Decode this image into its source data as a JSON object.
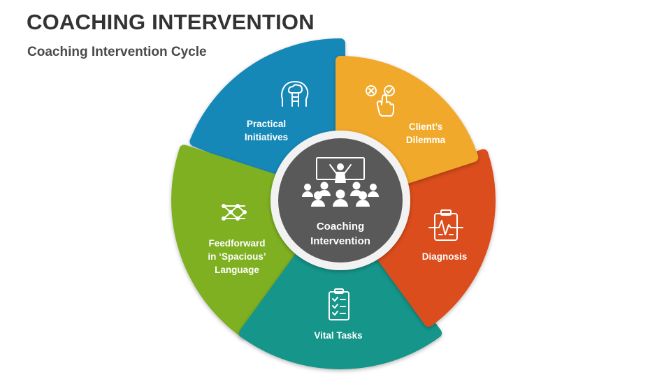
{
  "header": {
    "title": "COACHING INTERVENTION",
    "subtitle": "Coaching Intervention Cycle"
  },
  "center": {
    "line1": "Coaching",
    "line2": "Intervention",
    "icon": "audience-presentation-icon"
  },
  "segments": [
    {
      "id": "practical-initiatives",
      "lines": [
        "Practical",
        "Initiatives"
      ],
      "icon": "head-ladder-icon",
      "color": "#1488B8"
    },
    {
      "id": "clients-dilemma",
      "lines": [
        "Client’s",
        "Dilemma"
      ],
      "icon": "choice-hand-icon",
      "color": "#F0A92C"
    },
    {
      "id": "diagnosis",
      "lines": [
        "Diagnosis"
      ],
      "icon": "clipboard-pulse-icon",
      "color": "#DB4E1E"
    },
    {
      "id": "vital-tasks",
      "lines": [
        "Vital Tasks"
      ],
      "icon": "checklist-icon",
      "color": "#15958A"
    },
    {
      "id": "feedforward",
      "lines": [
        "Feedforward",
        "in ‘Spacious’",
        "Language"
      ],
      "icon": "network-nodes-icon",
      "color": "#7FB020"
    }
  ],
  "colors": {
    "center_circle": "#595959",
    "ring": "#F2F2F2",
    "title": "#333333"
  }
}
